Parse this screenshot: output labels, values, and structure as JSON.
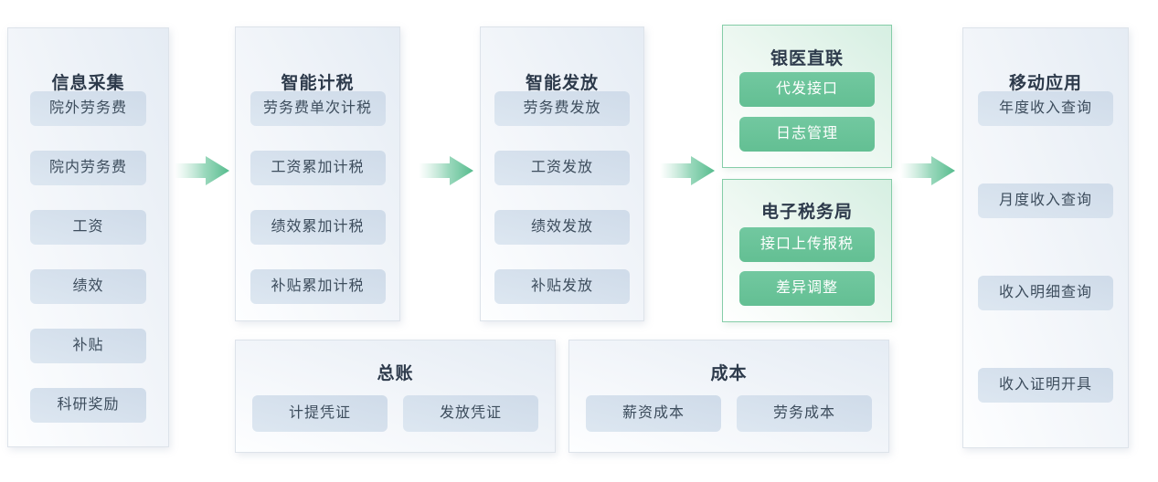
{
  "panels": {
    "collect": {
      "title": "信息采集",
      "items": [
        "院外劳务费",
        "院内劳务费",
        "工资",
        "绩效",
        "补贴",
        "科研奖励"
      ]
    },
    "tax": {
      "title": "智能计税",
      "items": [
        "劳务费单次计税",
        "工资累加计税",
        "绩效累加计税",
        "补贴累加计税"
      ]
    },
    "payout": {
      "title": "智能发放",
      "items": [
        "劳务费发放",
        "工资发放",
        "绩效发放",
        "补贴发放"
      ]
    },
    "bank": {
      "title": "银医直联",
      "items": [
        "代发接口",
        "日志管理"
      ]
    },
    "etax": {
      "title": "电子税务局",
      "items": [
        "接口上传报税",
        "差异调整"
      ]
    },
    "mobile": {
      "title": "移动应用",
      "items": [
        "年度收入查询",
        "月度收入查询",
        "收入明细查询",
        "收入证明开具"
      ]
    },
    "ledger": {
      "title": "总账",
      "items": [
        "计提凭证",
        "发放凭证"
      ]
    },
    "cost": {
      "title": "成本",
      "items": [
        "薪资成本",
        "劳务成本"
      ]
    }
  },
  "colors": {
    "accent_green": "#67c198",
    "green_panel_border": "#85cda8",
    "green_panel_tint": "#d6efe2",
    "blue_chip": "#d5e0ec",
    "panel_tint": "#e5ecf4",
    "panel_border": "#dde3ea",
    "title_text": "#2d3a4b",
    "chip_text": "#3d4d5d",
    "arrow_green": "#54bb8c"
  }
}
